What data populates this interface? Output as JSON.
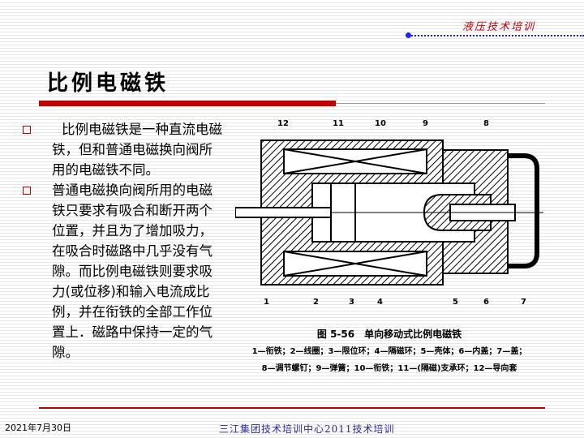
{
  "header": {
    "brand": "液压技术培训"
  },
  "slide": {
    "title": "比例电磁铁",
    "bullets": [
      "比例电磁铁是一种直流电磁铁，但和普通电磁换向阀所用的电磁铁不同。",
      "普通电磁换向阀所用的电磁铁只要求有吸合和断开两个位置，并且为了增加吸力，在吸合时磁路中几乎没有气隙。而比例电磁铁则要求吸力(或位移)和输入电流成比例，并在衔铁的全部工作位置上．磁路中保持一定的气隙。"
    ],
    "figure": {
      "labels_top": [
        "12",
        "11",
        "10",
        "9",
        "8"
      ],
      "labels_bottom": [
        "1",
        "2",
        "3",
        "4",
        "5",
        "6",
        "7"
      ],
      "caption_title": "图 5-56　单向移动式比例电磁铁",
      "caption_line1": "1—衔铁；2—线圈；3—限位环；4—隔磁环；5—壳体；6—内盖；7—盖；",
      "caption_line2": "8—调节螺钉；9—弹簧；10—衔铁；11—(隔磁)支承环；12—导向套"
    }
  },
  "footer": {
    "date": "2021年7月30日",
    "center": "三江集团技术培训中心2011技术培训"
  },
  "colors": {
    "accent": "#c00000",
    "dots": "#2222ee"
  }
}
